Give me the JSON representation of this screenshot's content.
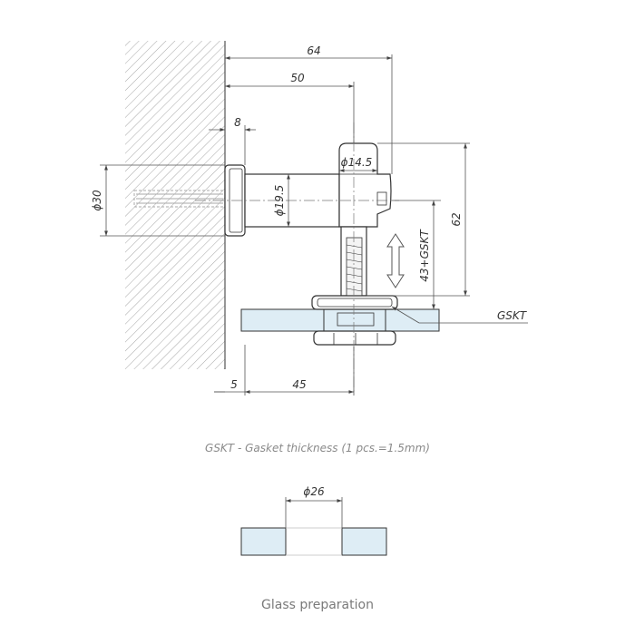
{
  "dimensions": {
    "total_width": "64",
    "pin_length": "50",
    "wall_plate_thickness": "8",
    "pin_diameter": "ɸ14.5",
    "wall_plate_diameter": "ɸ30",
    "arm_diameter": "ɸ19.5",
    "adjustment": "43+GSKT",
    "height": "62",
    "gasket_label": "GSKT",
    "wall_gap": "5",
    "glass_offset": "45",
    "hole_diameter": "ɸ26"
  },
  "note": "GSKT - Gasket thickness (1 pcs.=1.5mm)",
  "caption": "Glass preparation",
  "colors": {
    "glass_fill": "#deedf5",
    "hatch": "#9a9a9a",
    "line": "#333333",
    "dimension": "#555555",
    "note_text": "#8a8a8a"
  }
}
